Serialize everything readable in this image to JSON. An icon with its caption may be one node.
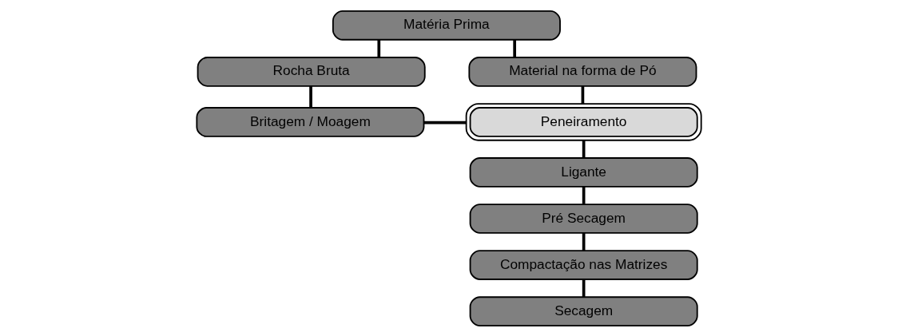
{
  "diagram": {
    "nodes": [
      {
        "text": [
          "Matéria Prima"
        ]
      },
      {
        "text": [
          "Rocha Bruta"
        ]
      },
      {
        "text": [
          "Material na forma de Pó"
        ]
      },
      {
        "text": [
          "Britagem / Moagem"
        ]
      },
      {
        "text": [
          "Peneiramento"
        ]
      },
      {
        "text": [
          "Ligante"
        ]
      },
      {
        "text": [
          "Pré Secagem"
        ]
      },
      {
        "text": [
          "Compactação nas Matrizes"
        ]
      },
      {
        "text": [
          "Secagem"
        ]
      }
    ],
    "edges": [
      {
        "from": 0,
        "to": 1,
        "arrow": "none"
      },
      {
        "from": 0,
        "to": 2,
        "arrow": "none"
      },
      {
        "from": 1,
        "to": 3,
        "arrow": "none"
      },
      {
        "from": 3,
        "to": 4,
        "arrow": "none"
      },
      {
        "from": 2,
        "to": 4,
        "arrow": "none"
      },
      {
        "from": 4,
        "to": 5,
        "arrow": "none"
      },
      {
        "from": 5,
        "to": 6,
        "arrow": "none"
      },
      {
        "from": 6,
        "to": 7,
        "arrow": "none"
      },
      {
        "from": 7,
        "to": 8,
        "arrow": "none"
      }
    ]
  }
}
